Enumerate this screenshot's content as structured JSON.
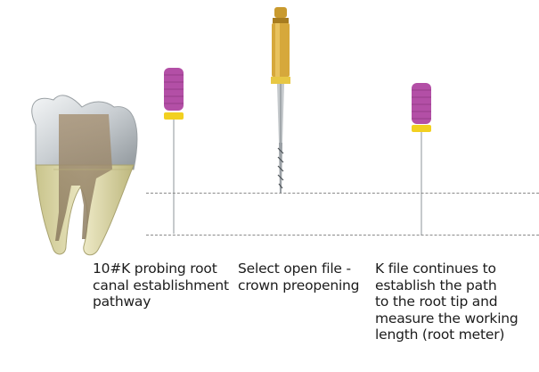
{
  "captions": {
    "step1": "10#K probing root\ncanal establishment\npathway",
    "step2": "Select open file -\ncrown preopening",
    "step3": "K file continues to\nestablish the path\nto the root tip and\nmeasure the working\nlength (root meter)"
  },
  "colors": {
    "k_file_handle": "#b34fa6",
    "k_file_stopper": "#f2d020",
    "rotary_file_gold": "#c99a2e",
    "guide_line": "#8a8a8a",
    "tooth_crown": "#cfd4d8",
    "tooth_root": "#e0dcae"
  },
  "icons": {
    "tooth": "tooth-cross-section-icon",
    "file1": "k-file-icon",
    "file2": "rotary-open-file-icon",
    "file3": "k-file-icon"
  }
}
